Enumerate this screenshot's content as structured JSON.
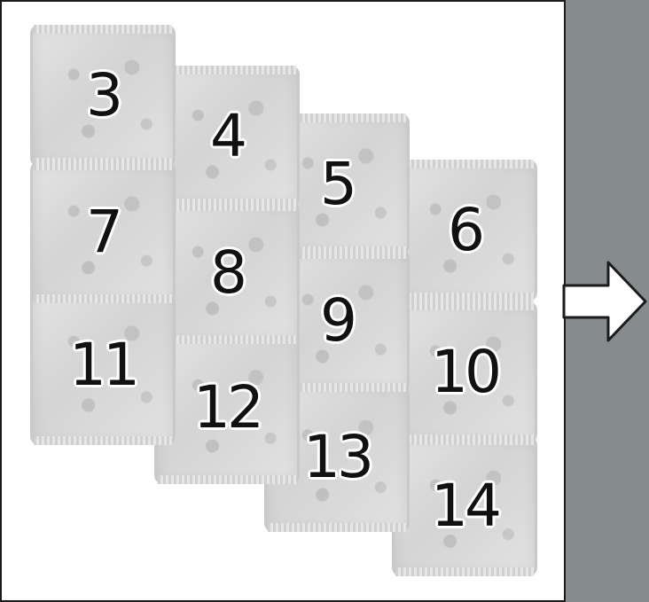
{
  "bags": [
    {
      "label": "3"
    },
    {
      "label": "4"
    },
    {
      "label": "5"
    },
    {
      "label": "6"
    },
    {
      "label": "7"
    },
    {
      "label": "8"
    },
    {
      "label": "9"
    },
    {
      "label": "10"
    },
    {
      "label": "11"
    },
    {
      "label": "12"
    },
    {
      "label": "13"
    },
    {
      "label": "14"
    }
  ],
  "colors": {
    "panel": "#ffffff",
    "side": "#868b8e",
    "arrow_fill": "#ffffff",
    "arrow_stroke": "#1b1b1b"
  },
  "icons": {
    "next": "right-arrow-icon"
  }
}
